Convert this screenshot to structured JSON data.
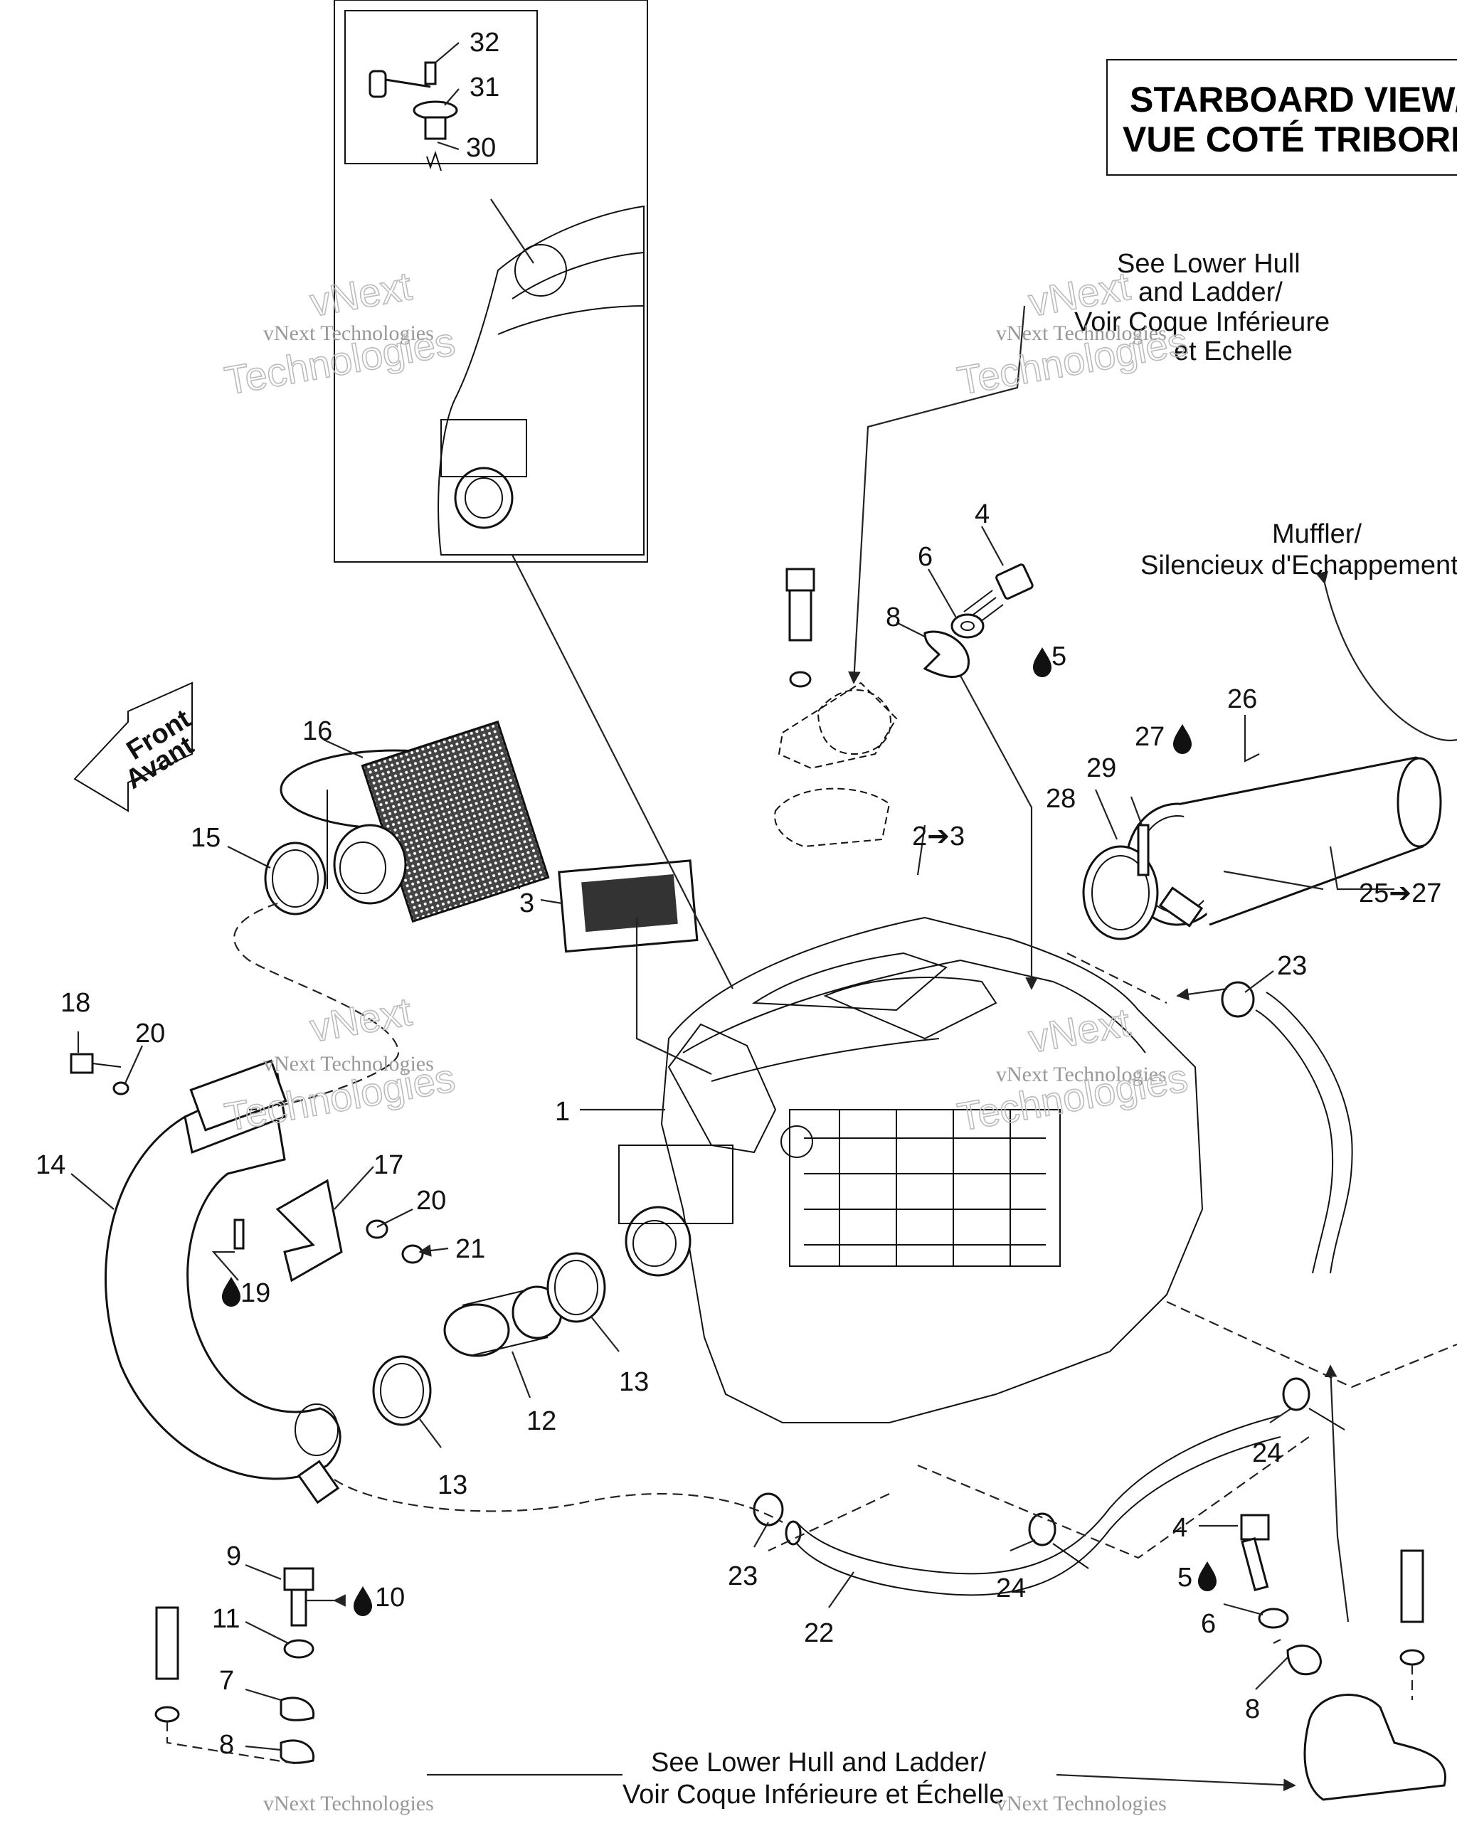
{
  "title": {
    "line1": "STARBOARD VIEW/",
    "line2": "VUE COTÉ TRIBORD"
  },
  "notes": {
    "lower_hull_top": [
      "See Lower Hull",
      "and Ladder/",
      "Voir Coque Inférieure",
      "et Echelle"
    ],
    "muffler": [
      "Muffler/",
      "Silencieux d'Echappement"
    ],
    "front": [
      "Front",
      "Avant"
    ],
    "lower_hull_bottom": [
      "See Lower Hull and Ladder/",
      "Voir Coque Inférieure et Échelle"
    ]
  },
  "watermark": {
    "line1": "vNext Technologies",
    "line2a": "vNext",
    "line2b": "Technologies"
  },
  "callouts": [
    {
      "id": "c32",
      "text": "32"
    },
    {
      "id": "c31",
      "text": "31"
    },
    {
      "id": "c30",
      "text": "30"
    },
    {
      "id": "c4a",
      "text": "4"
    },
    {
      "id": "c6a",
      "text": "6"
    },
    {
      "id": "c8a",
      "text": "8"
    },
    {
      "id": "c5a",
      "text": "5"
    },
    {
      "id": "c26",
      "text": "26"
    },
    {
      "id": "c27",
      "text": "27"
    },
    {
      "id": "c29",
      "text": "29"
    },
    {
      "id": "c28",
      "text": "28"
    },
    {
      "id": "c16",
      "text": "16"
    },
    {
      "id": "c15",
      "text": "15"
    },
    {
      "id": "c23",
      "text": "23"
    },
    {
      "id": "c3",
      "text": "3"
    },
    {
      "id": "c2_3",
      "text": "2➔3"
    },
    {
      "id": "c25_27",
      "text": "25➔27"
    },
    {
      "id": "c18",
      "text": "18"
    },
    {
      "id": "c20a",
      "text": "20"
    },
    {
      "id": "c1",
      "text": "1"
    },
    {
      "id": "c14",
      "text": "14"
    },
    {
      "id": "c17",
      "text": "17"
    },
    {
      "id": "c20b",
      "text": "20"
    },
    {
      "id": "c21",
      "text": "21"
    },
    {
      "id": "c19",
      "text": "19"
    },
    {
      "id": "c13a",
      "text": "13"
    },
    {
      "id": "c12",
      "text": "12"
    },
    {
      "id": "c13b",
      "text": "13"
    },
    {
      "id": "c24a",
      "text": "24"
    },
    {
      "id": "c23b",
      "text": "23"
    },
    {
      "id": "c24b",
      "text": "24"
    },
    {
      "id": "c22",
      "text": "22"
    },
    {
      "id": "c9",
      "text": "9"
    },
    {
      "id": "c10",
      "text": "10"
    },
    {
      "id": "c11",
      "text": "11"
    },
    {
      "id": "c7",
      "text": "7"
    },
    {
      "id": "c8b",
      "text": "8"
    },
    {
      "id": "c4b",
      "text": "4"
    },
    {
      "id": "c5b",
      "text": "5"
    },
    {
      "id": "c6b",
      "text": "6"
    },
    {
      "id": "c8c",
      "text": "8"
    }
  ]
}
